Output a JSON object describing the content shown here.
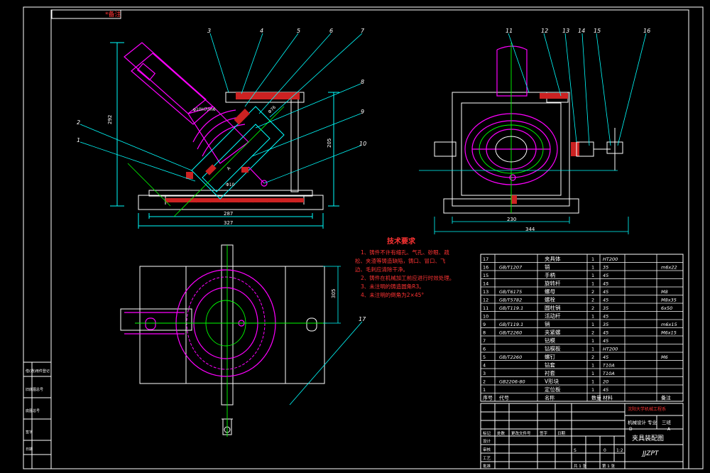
{
  "title_tag": "*备注",
  "colors": {
    "background": "#000000",
    "frame": "#ffffff",
    "magenta": "#ff00ff",
    "cyan": "#00ffff",
    "green": "#00ff00",
    "red": "#ff0000",
    "yellow": "#ffff00",
    "part_red": "#cc2222"
  },
  "front_view": {
    "dims": {
      "height_left": "292",
      "height_right": "205",
      "width_inner": "287",
      "width_outer": "327",
      "angle_note": "φ10H7/m6",
      "diam_a": "Φ76",
      "diam_b": "Φ10",
      "slot": "A"
    },
    "balloons_top": [
      "3",
      "4",
      "5",
      "6",
      "7"
    ],
    "balloons_right": [
      "8",
      "9",
      "10"
    ],
    "balloons_left": [
      "2",
      "1"
    ]
  },
  "side_view": {
    "dims": {
      "width_inner": "230",
      "width_outer": "344"
    },
    "balloons": [
      "11",
      "12",
      "13",
      "14",
      "15",
      "16"
    ]
  },
  "top_view": {
    "dims": {
      "height_right": "305"
    },
    "balloons": [
      "17"
    ]
  },
  "tech_requirements": {
    "heading": "技术要求",
    "lines": [
      "1、铸件不许有缩孔、气孔、砂眼、疏",
      "松、夹渣等铸造缺陷，铸口、冒口、飞",
      "边、毛刺应清除干净。",
      "2、铸件在机械加工前应进行时效处理。",
      "3、未注明的铸造圆角R3。",
      "4、未注明的倒角为2×45°"
    ]
  },
  "parts_list": [
    {
      "no": "17",
      "code": "",
      "name": "夹具体",
      "qty": "1",
      "mat": "HT200",
      "note": ""
    },
    {
      "no": "16",
      "code": "GB/T1207",
      "name": "销",
      "qty": "1",
      "mat": "35",
      "note": "m6x22"
    },
    {
      "no": "15",
      "code": "",
      "name": "手柄",
      "qty": "1",
      "mat": "45",
      "note": ""
    },
    {
      "no": "14",
      "code": "",
      "name": "旋转杆",
      "qty": "1",
      "mat": "45",
      "note": ""
    },
    {
      "no": "13",
      "code": "GB/T6175",
      "name": "螺母",
      "qty": "2",
      "mat": "45",
      "note": "M8"
    },
    {
      "no": "12",
      "code": "GB/T5782",
      "name": "螺栓",
      "qty": "2",
      "mat": "45",
      "note": "M8x35"
    },
    {
      "no": "11",
      "code": "GB/T119.1",
      "name": "圆柱销",
      "qty": "2",
      "mat": "35",
      "note": "6x50"
    },
    {
      "no": "10",
      "code": "",
      "name": "活动杆",
      "qty": "1",
      "mat": "45",
      "note": ""
    },
    {
      "no": "9",
      "code": "GB/T119.1",
      "name": "销",
      "qty": "1",
      "mat": "35",
      "note": "m6x15"
    },
    {
      "no": "8",
      "code": "GB/T2260",
      "name": "夹紧螺",
      "qty": "2",
      "mat": "45",
      "note": "M6x15"
    },
    {
      "no": "7",
      "code": "",
      "name": "钻模",
      "qty": "1",
      "mat": "45",
      "note": ""
    },
    {
      "no": "6",
      "code": "",
      "name": "钻模板",
      "qty": "1",
      "mat": "HT200",
      "note": ""
    },
    {
      "no": "5",
      "code": "GB/T2260",
      "name": "螺钉",
      "qty": "2",
      "mat": "45",
      "note": "M6"
    },
    {
      "no": "4",
      "code": "",
      "name": "钻套",
      "qty": "1",
      "mat": "T10A",
      "note": ""
    },
    {
      "no": "3",
      "code": "",
      "name": "衬套",
      "qty": "1",
      "mat": "T10A",
      "note": ""
    },
    {
      "no": "2",
      "code": "GB2206-80",
      "name": "V形块",
      "qty": "1",
      "mat": "20",
      "note": ""
    },
    {
      "no": "1",
      "code": "",
      "name": "定位板",
      "qty": "1",
      "mat": "45",
      "note": ""
    }
  ],
  "parts_header": {
    "no": "序号",
    "code": "代号",
    "name": "名称",
    "qty": "数量",
    "mat": "材料",
    "note": "备注"
  },
  "title_block": {
    "school": "沈阳大学机械工程系",
    "design": "机械设计",
    "major": "专业",
    "sheet_type": "三班",
    "drawing_name": "夹具装配图",
    "drawing_no": "JJZPT",
    "scale": "1:2",
    "weight": "0",
    "sheets": "共 1 张",
    "sheet_no": "第 1 张",
    "labels": [
      "标记",
      "处数",
      "更改文件号",
      "签字",
      "日期",
      "设计",
      "审核",
      "工艺",
      "批准"
    ],
    "marks": [
      "S",
      "D",
      "A"
    ]
  },
  "side_strip": [
    "借(通)用件登记",
    "旧底图总号",
    "底图总号",
    "签字",
    "日期"
  ]
}
